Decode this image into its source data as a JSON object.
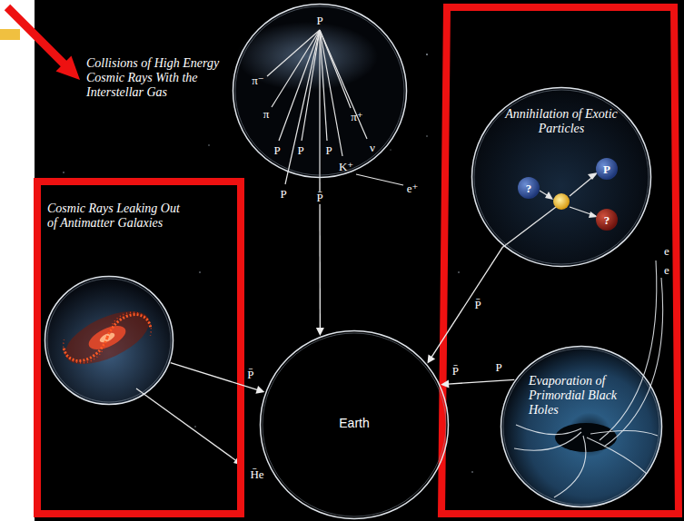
{
  "diagram": {
    "nodes": [
      {
        "text": [
          "Collisions of High Energy Cosmic Rays With the Interstellar Gas"
        ]
      },
      {
        "text": [
          "Cosmic Rays Leaking Out of Antimatter Galaxies"
        ]
      },
      {
        "text": [
          "Annihilation of Exotic Particles"
        ]
      },
      {
        "text": [
          "Evaporation of Primordial Black Holes"
        ]
      },
      {
        "text": [
          "Earth"
        ]
      }
    ],
    "edges": [
      {
        "from": 0,
        "to": 4,
        "arrow": "to",
        "label": "P̄"
      },
      {
        "from": 1,
        "to": 4,
        "arrow": "to",
        "label": "P̄"
      },
      {
        "from": 2,
        "to": 4,
        "arrow": "to",
        "label": "P̄"
      },
      {
        "from": 3,
        "to": 4,
        "arrow": "to",
        "label": "P̄"
      }
    ],
    "labels": [
      "P",
      "π⁻",
      "π",
      "P",
      "P",
      "P",
      "π⁺",
      "ν",
      "K⁺",
      "e⁺",
      "P",
      "H̄e",
      "?",
      "P",
      "?",
      "P",
      "e",
      "e"
    ]
  }
}
